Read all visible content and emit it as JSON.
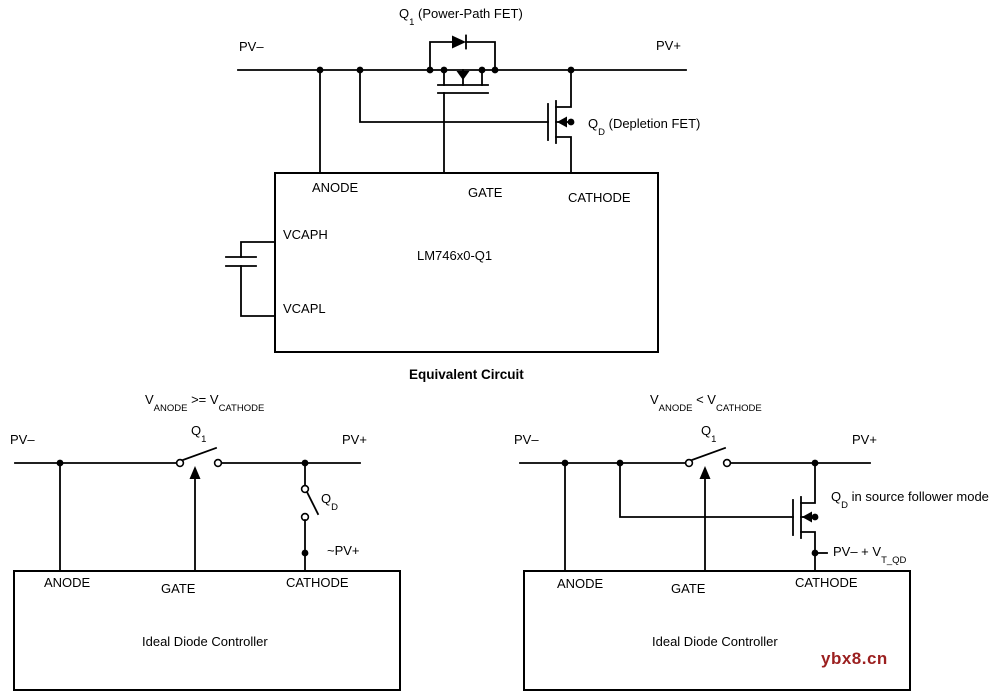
{
  "watermark": {
    "text": "ybx8.cn",
    "color": "#9b1f1f"
  },
  "top_circuit": {
    "q1_label": {
      "pre": "Q",
      "sub": "1",
      "post": " (Power-Path FET)"
    },
    "qd_label": {
      "pre": "Q",
      "sub": "D",
      "post": " (Depletion FET)"
    },
    "rail_left": "PV–",
    "rail_right": "PV+",
    "controller": {
      "part_number": "LM746x0-Q1",
      "pin_anode": "ANODE",
      "pin_gate": "GATE",
      "pin_cathode": "CATHODE",
      "pin_vcaph": "VCAPH",
      "pin_vcapl": "VCAPL"
    },
    "caption": "Equivalent Circuit"
  },
  "left_circuit": {
    "condition": {
      "v1": "V",
      "sub1": "ANODE",
      "op": " >= ",
      "v2": "V",
      "sub2": "CATHODE"
    },
    "rail_left": "PV–",
    "rail_right": "PV+",
    "q1_label": {
      "pre": "Q",
      "sub": "1"
    },
    "qd_label": {
      "pre": "Q",
      "sub": "D"
    },
    "node_voltage": "~PV+",
    "controller": {
      "title": "Ideal Diode Controller",
      "pin_anode": "ANODE",
      "pin_gate": "GATE",
      "pin_cathode": "CATHODE"
    }
  },
  "right_circuit": {
    "condition": {
      "v1": "V",
      "sub1": "ANODE",
      "op": " < ",
      "v2": "V",
      "sub2": "CATHODE"
    },
    "rail_left": "PV–",
    "rail_right": "PV+",
    "q1_label": {
      "pre": "Q",
      "sub": "1"
    },
    "qd_label": {
      "pre": "Q",
      "sub": "D",
      "post": " in source follower mode"
    },
    "node_voltage": {
      "pre": "PV– + V",
      "sub": "T_QD"
    },
    "controller": {
      "title": "Ideal Diode Controller",
      "pin_anode": "ANODE",
      "pin_gate": "GATE",
      "pin_cathode": "CATHODE"
    }
  }
}
